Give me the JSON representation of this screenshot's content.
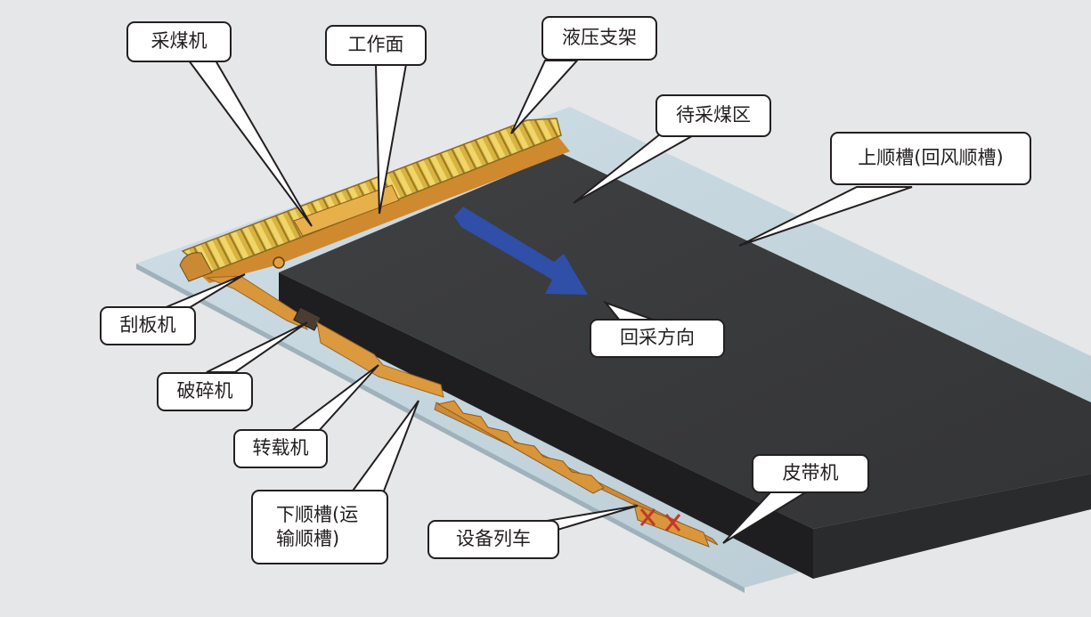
{
  "labels": {
    "shearer": "采煤机",
    "working_face": "工作面",
    "hydraulic_support": "液压支架",
    "coal_to_mine": "待采煤区",
    "upper_gate": "上顺槽(回风顺槽)",
    "scraper": "刮板机",
    "crusher": "破碎机",
    "stage_loader": "转载机",
    "lower_gate_line1": "下顺槽(运",
    "lower_gate_line2": "输顺槽)",
    "equipment_train": "设备列车",
    "belt_conveyor": "皮带机",
    "retreat_direction": "回采方向"
  },
  "colors": {
    "background": "#e6e7e9",
    "floor": "#c3d4dd",
    "coal_block": "#3a3b3d",
    "equipment": "#e0a040",
    "support_yellow": "#e3c449",
    "arrow": "#2f4fa8"
  },
  "icons": [
    "retreat-direction-arrow"
  ]
}
